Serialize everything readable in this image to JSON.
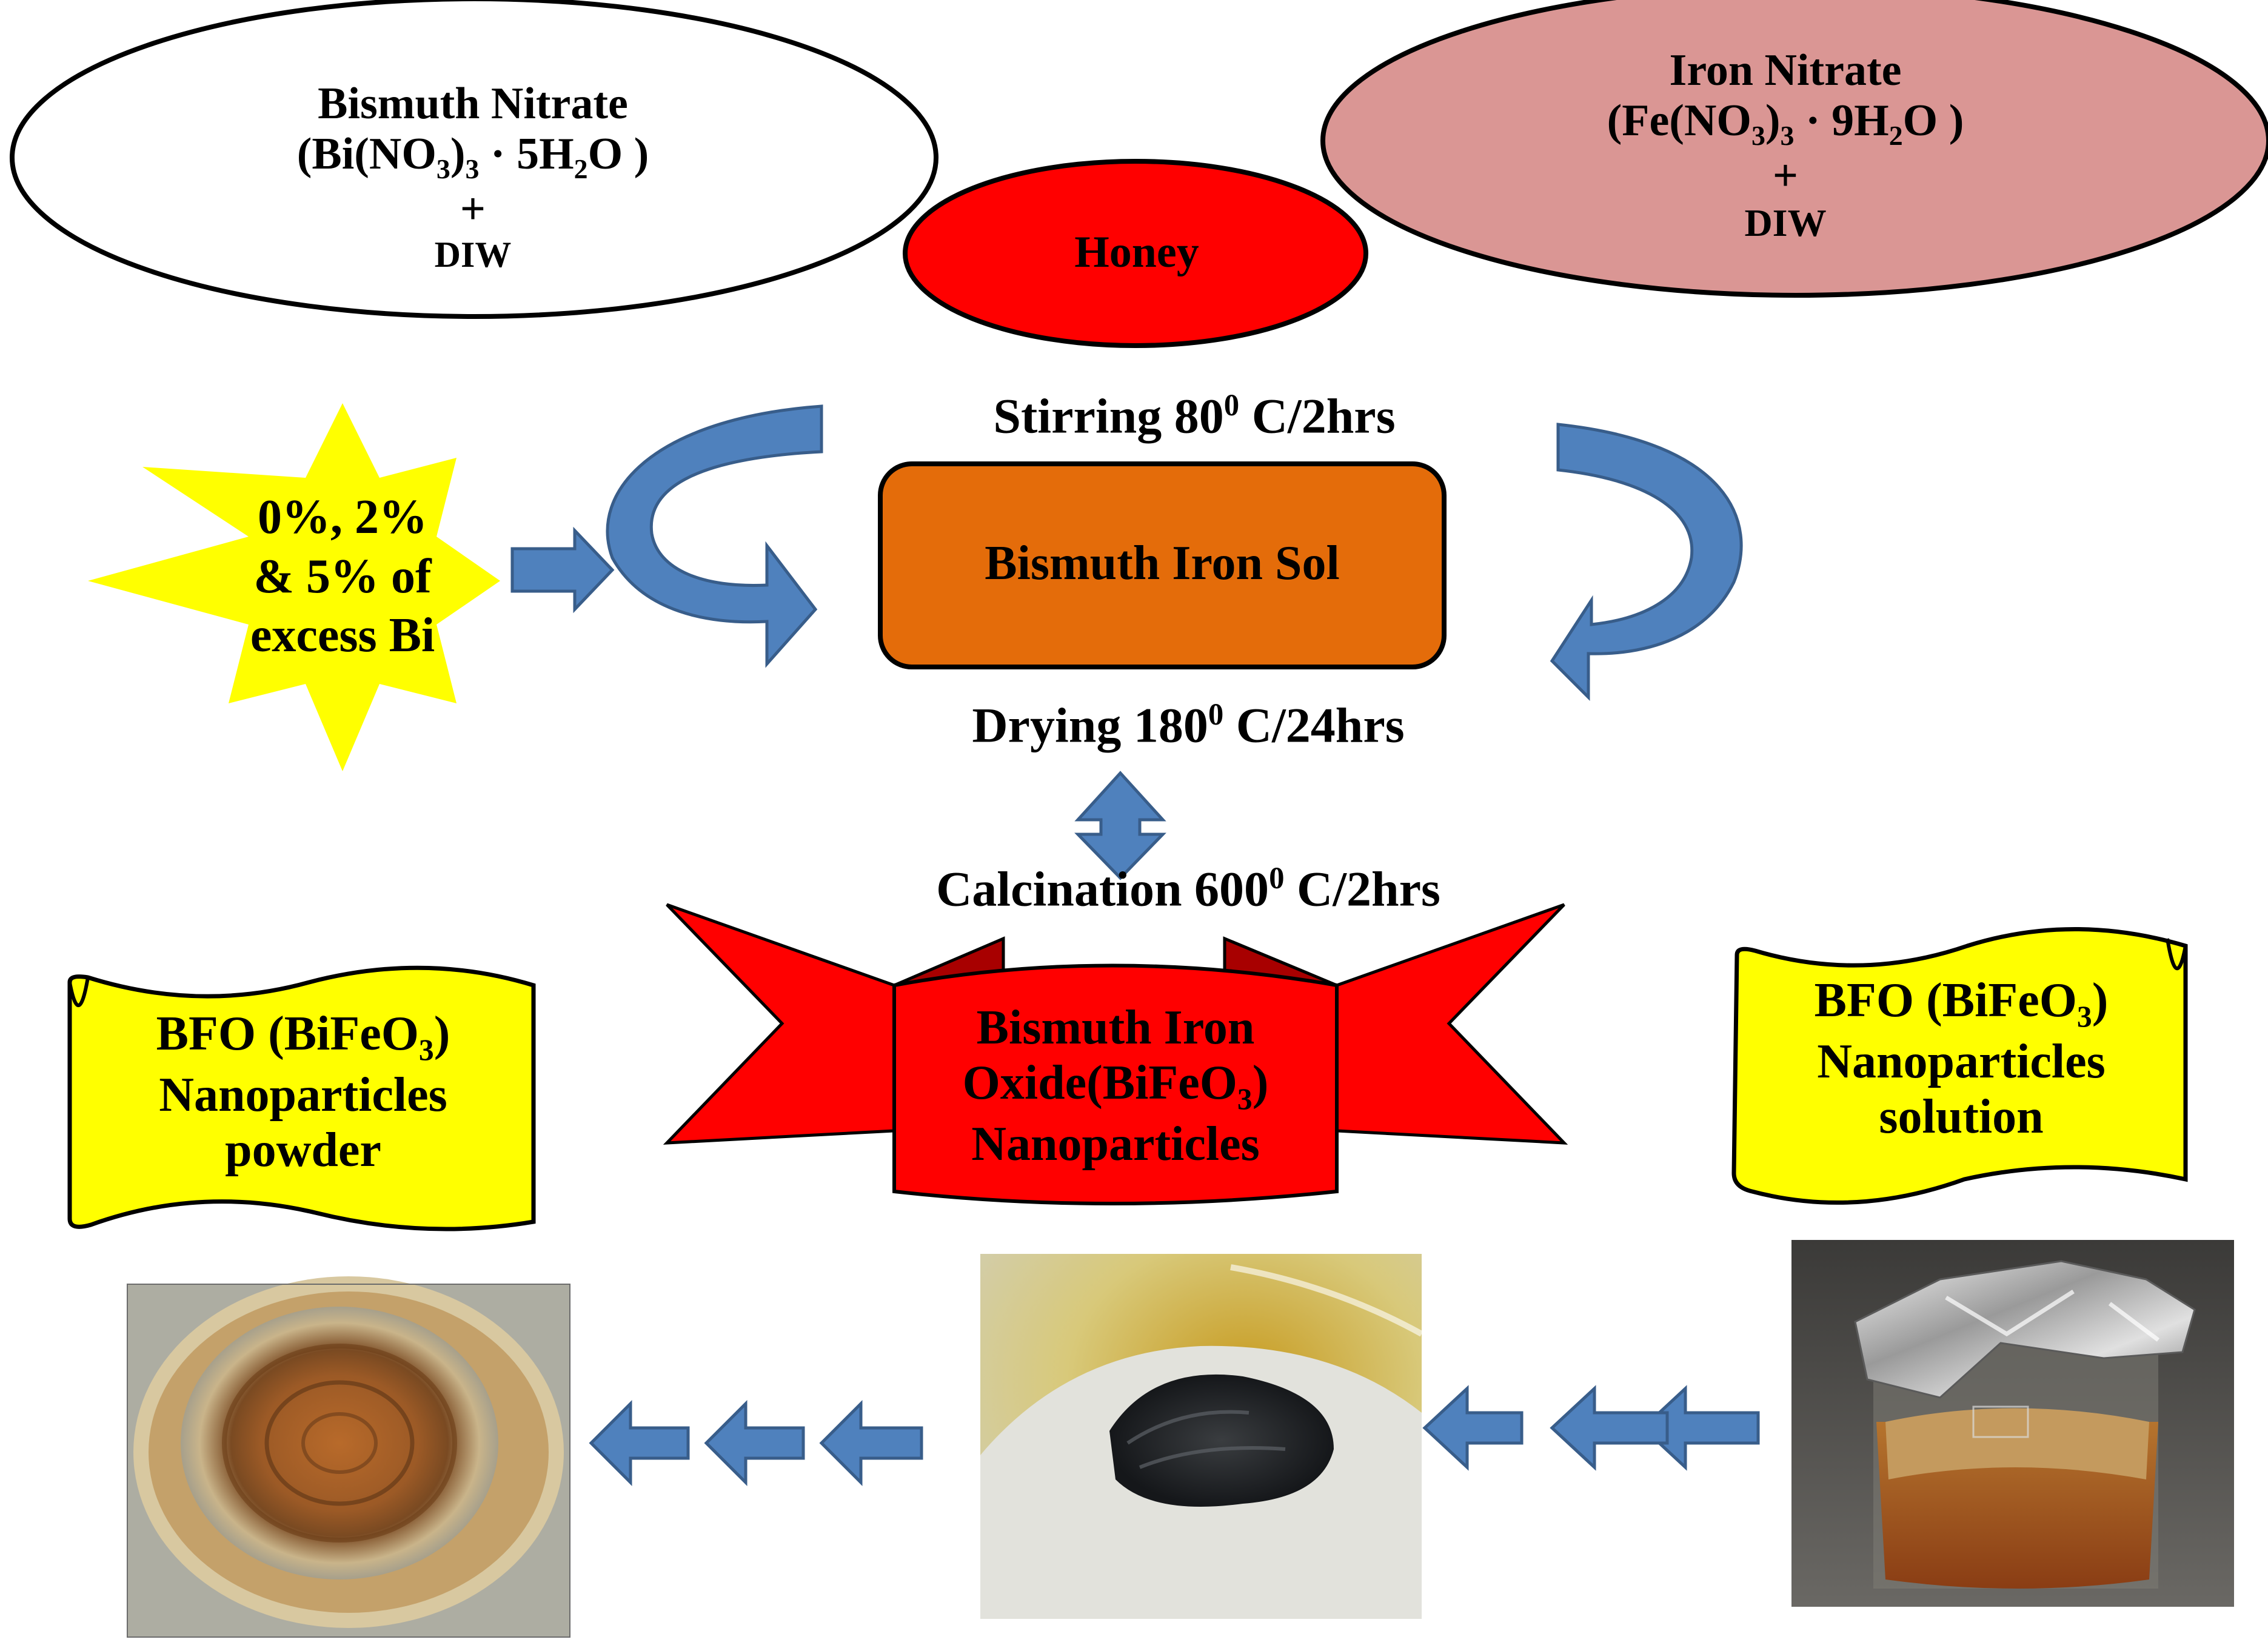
{
  "inputs": {
    "bismuth": {
      "name": "Bismuth Nitrate",
      "formula_open": "(Bi(NO",
      "s1": "3",
      "mid1": ")",
      "s2": "3",
      "mid2": " · 5H",
      "s3": "2",
      "tail": "O )",
      "plus": "+",
      "solvent": "DIW"
    },
    "iron": {
      "name": "Iron Nitrate",
      "formula_open": "(Fe(NO",
      "s1": "3",
      "mid1": ")",
      "s2": "3",
      "mid2": " · 9H",
      "s3": "2",
      "tail": "O )",
      "plus": "+",
      "solvent": "DIW"
    },
    "honey": "Honey"
  },
  "excess_bi": {
    "line1": "0%, 2%",
    "line2": "& 5% of",
    "line3": "excess Bi"
  },
  "steps": {
    "stirring_pre": "Stirring 80",
    "stirring_sup": "0",
    "stirring_post": " C/2hrs",
    "sol": "Bismuth Iron Sol",
    "drying_pre": "Drying 180",
    "drying_sup": "0",
    "drying_post": " C/24hrs",
    "calc_pre": "Calcination 600",
    "calc_sup": "0",
    "calc_post": " C/2hrs"
  },
  "product": {
    "line1": "Bismuth Iron",
    "line2_pre": "Oxide(BiFeO",
    "line2_sub": "3",
    "line2_post": ")",
    "line3": "Nanoparticles"
  },
  "powder_banner": {
    "line1_pre": "BFO (BiFeO",
    "line1_sub": "3",
    "line1_post": ")",
    "line2": "Nanoparticles",
    "line3": "powder"
  },
  "solution_banner": {
    "line1_pre": "BFO (BiFeO",
    "line1_sub": "3",
    "line1_post": ")",
    "line2": "Nanoparticles",
    "line3": "solution"
  },
  "photos": {
    "powder": "dish-powder-photo",
    "calcined": "black-calcined-powder-photo",
    "solution": "beaker-solution-photo"
  },
  "colors": {
    "honey": "#ff0000",
    "iron": "#da9694",
    "sol": "#e46c0a",
    "star": "#ffff00",
    "banner": "#ffff00",
    "ribbon": "#ff0000",
    "arrow": "#4f81bd",
    "arrow_edge": "#385d8a"
  }
}
